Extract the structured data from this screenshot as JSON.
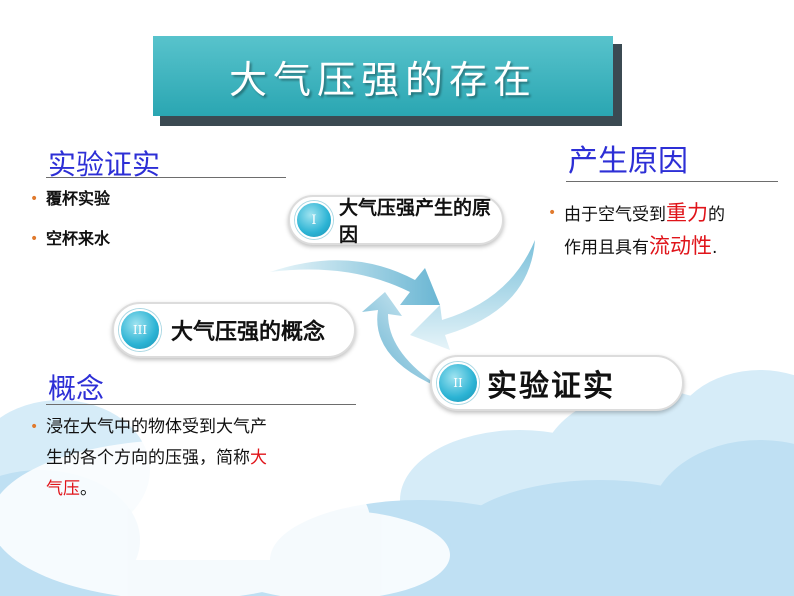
{
  "title": "大气压强的存在",
  "left_top": {
    "heading": "实验证实",
    "items": [
      "覆杯实验",
      "空杯来水"
    ]
  },
  "right_top": {
    "heading": "产生原因",
    "text_1": "由于空气受到",
    "text_red": "重力",
    "text_2": "的",
    "text_3": "作用且具有",
    "text_red2": "流动性",
    "text_4": "."
  },
  "bottom_left": {
    "heading": "概念",
    "text_1": "浸在大气中的物体受到大气产",
    "text_2": "生的各个方向的压强，简称",
    "text_red": "大",
    "text_red2": "气压",
    "text_3": "。"
  },
  "cycle": {
    "item_1": {
      "numeral": "I",
      "label": "大气压强产生的原因"
    },
    "item_2": {
      "numeral": "II",
      "label": "实验证实"
    },
    "item_3": {
      "numeral": "III",
      "label": "大气压强的概念"
    }
  },
  "colors": {
    "banner": "#2aa6b2",
    "heading": "#2d2fd6",
    "highlight": "#e0141a",
    "bullet": "#e07a2d",
    "cloud": "#bfe0f3"
  }
}
